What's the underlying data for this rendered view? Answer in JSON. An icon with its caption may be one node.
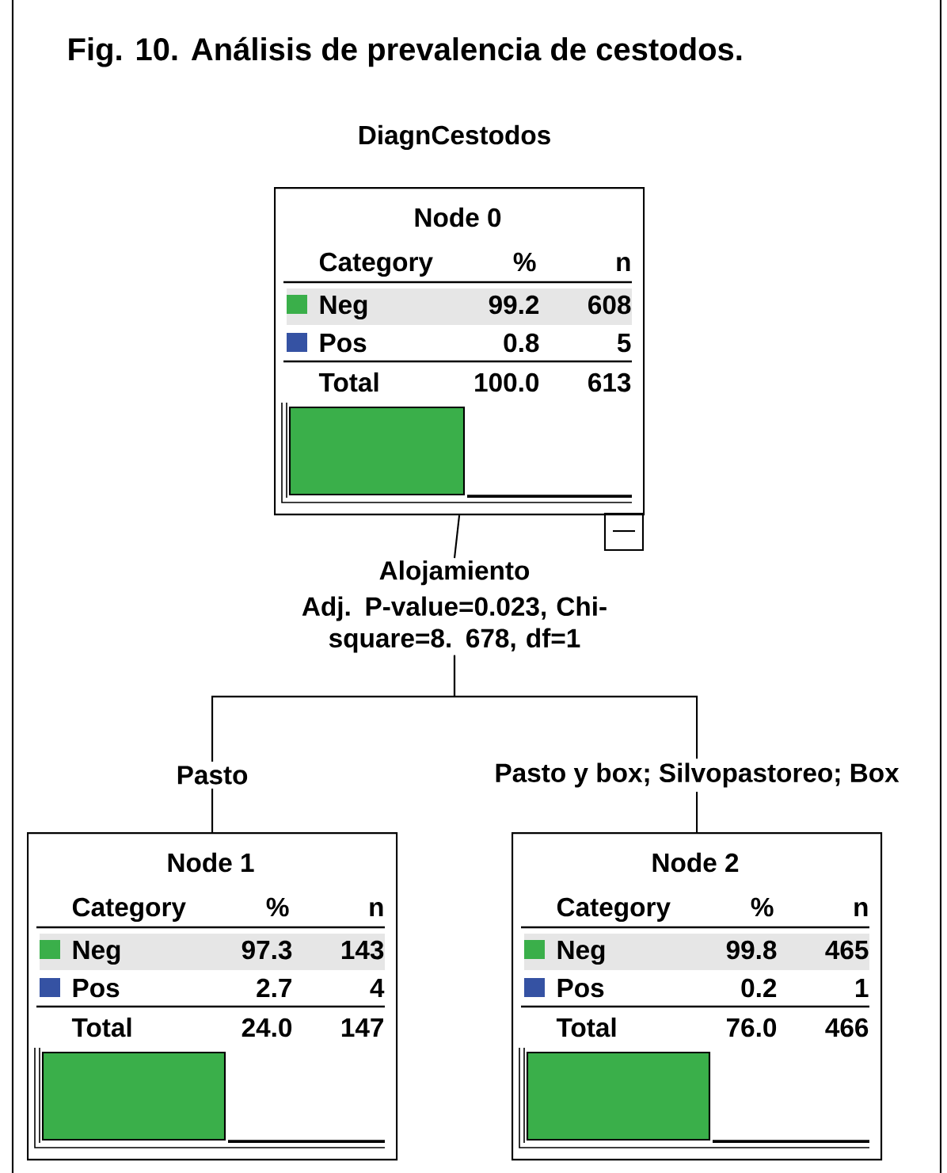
{
  "diagram": {
    "title": "Fig. 10. Análisis de prevalencia de cestodos.",
    "nodes": [
      {
        "text": [
          "Node 0",
          "Category",
          "%",
          "n",
          "Neg",
          "99.2",
          "608",
          "Pos",
          "0.8",
          "5",
          "Total",
          "100.0",
          "613"
        ]
      },
      {
        "text": [
          "Alojamiento",
          "Adj. P-value=0.023, Chi-square=8. 678, df=1"
        ]
      },
      {
        "text": [
          "Node 1",
          "Category",
          "%",
          "n",
          "Neg",
          "97.3",
          "143",
          "Pos",
          "2.7",
          "4",
          "Total",
          "24.0",
          "147"
        ]
      },
      {
        "text": [
          "Node 2",
          "Category",
          "%",
          "n",
          "Neg",
          "99.8",
          "465",
          "Pos",
          "0.2",
          "1",
          "Total",
          "76.0",
          "466"
        ]
      }
    ],
    "edges": [
      {
        "from": 0,
        "to": 1,
        "arrow": "none"
      },
      {
        "from": 1,
        "to": 2,
        "arrow": "none",
        "label": "Pasto"
      },
      {
        "from": 1,
        "to": 3,
        "arrow": "none",
        "label": "Pasto y box; Silvopastoreo; Box"
      }
    ],
    "labels": [
      "DiagnCestodos"
    ]
  }
}
